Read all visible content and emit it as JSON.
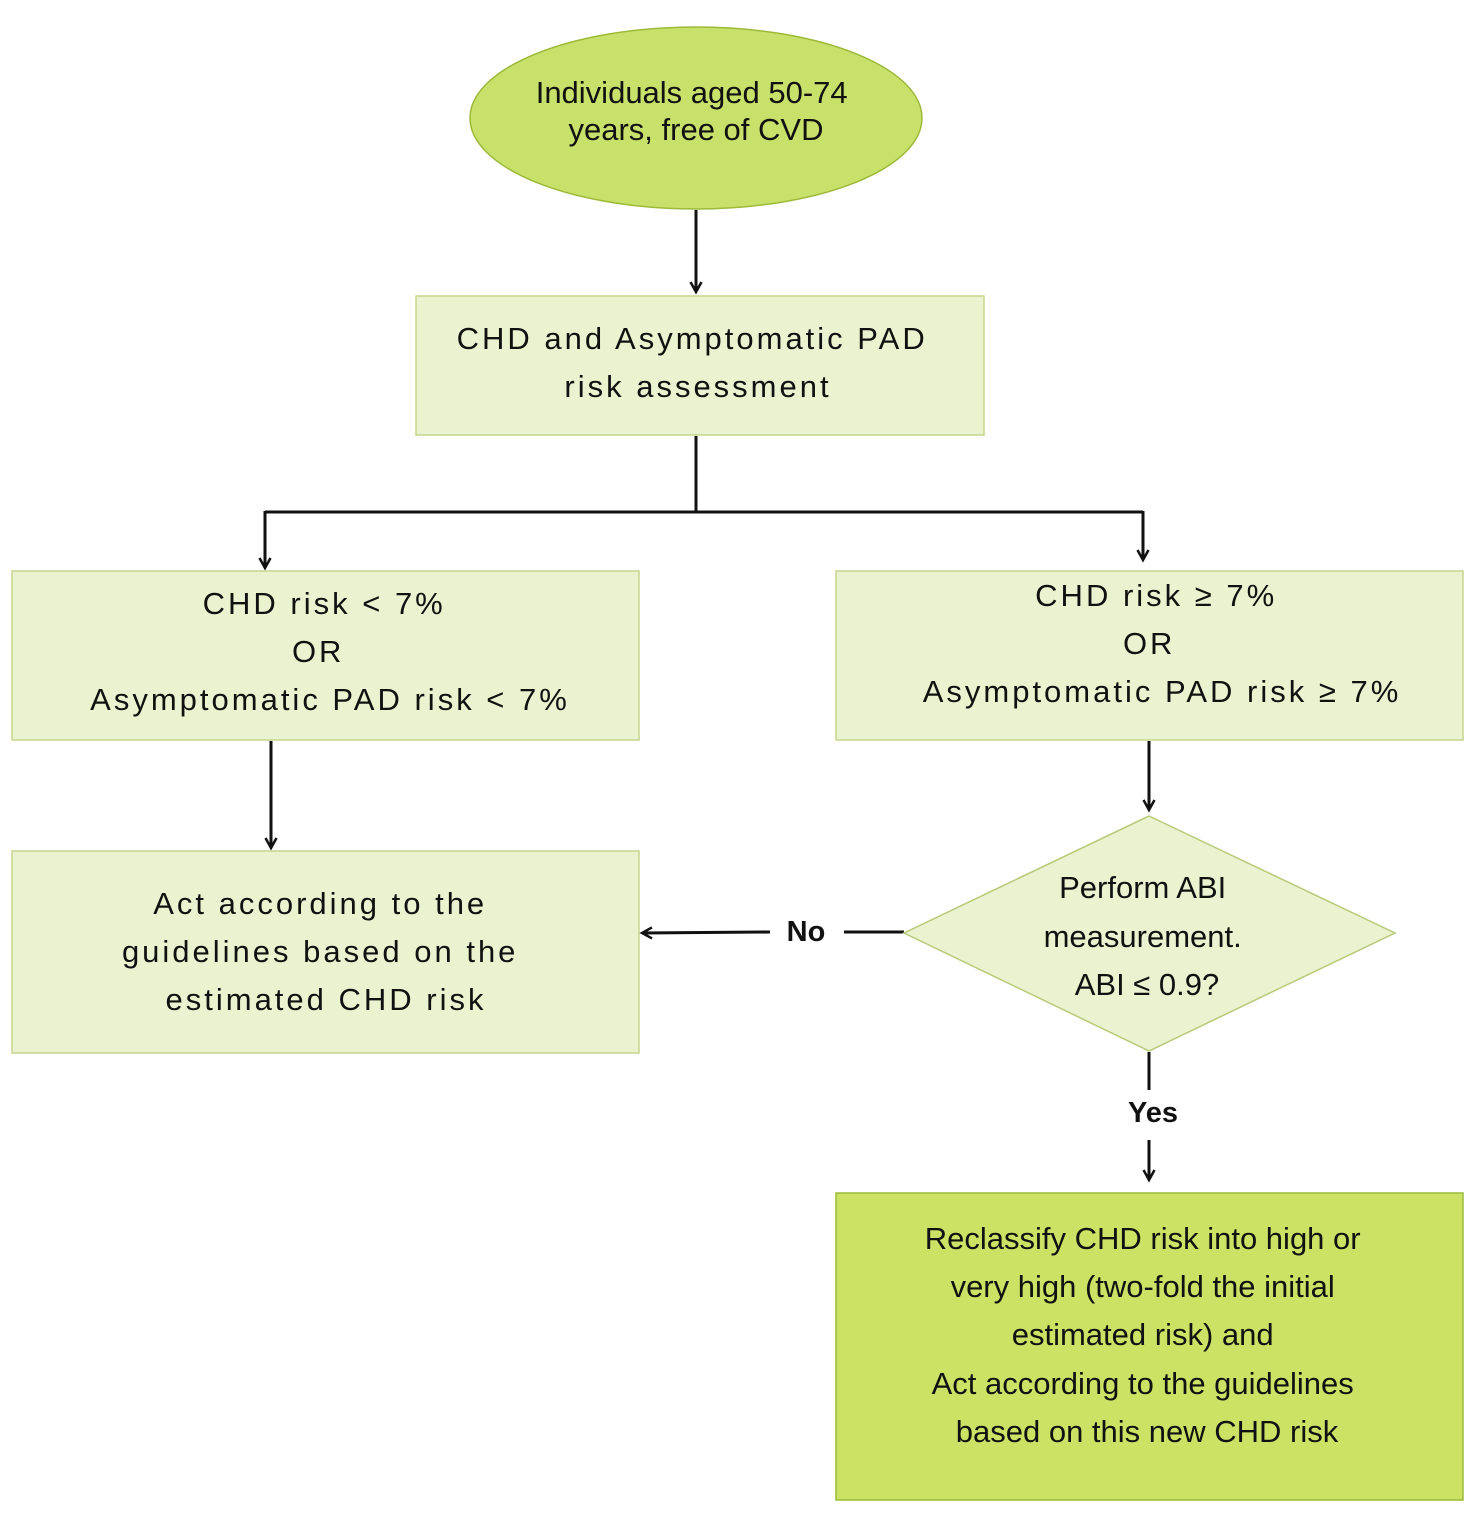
{
  "diagram": {
    "start": {
      "lines": [
        "Individuals aged 50-74",
        "years, free of CVD"
      ]
    },
    "assessment": {
      "lines": [
        "CHD and Asymptomatic PAD",
        "risk assessment"
      ]
    },
    "low_risk": {
      "lines": [
        "CHD risk < 7%",
        "OR",
        "Asymptomatic PAD risk < 7%"
      ]
    },
    "high_risk": {
      "lines": [
        "CHD risk  ≥ 7%",
        "OR",
        "Asymptomatic PAD risk ≥ 7%"
      ]
    },
    "act_guidelines": {
      "lines": [
        "Act according to the",
        "guidelines based on the",
        "estimated CHD risk"
      ]
    },
    "abi_decision": {
      "lines": [
        "Perform ABI",
        "measurement.",
        "ABI ≤ 0.9?"
      ]
    },
    "reclassify": {
      "lines": [
        "Reclassify CHD risk into high or",
        "very high (two-fold the initial",
        "estimated risk) and",
        "Act according to the guidelines",
        "based on this new CHD risk"
      ]
    },
    "edge_labels": {
      "no": "No",
      "yes": "Yes"
    }
  }
}
